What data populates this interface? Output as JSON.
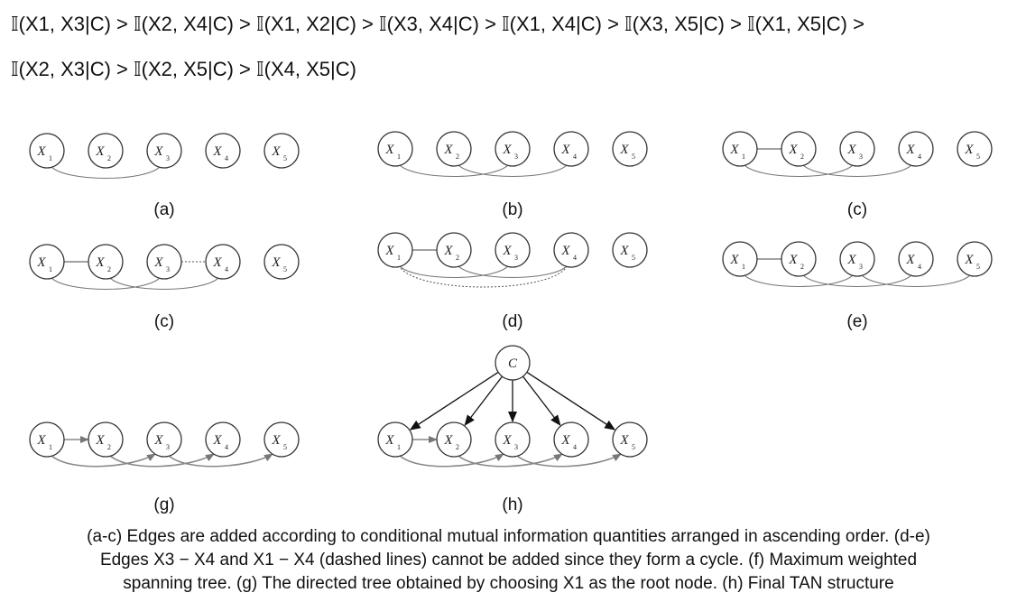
{
  "ordering": {
    "line1": "𝕀(X1, X3|C) > 𝕀(X2, X4|C) > 𝕀(X1, X2|C) > 𝕀(X3, X4|C) > 𝕀(X1, X4|C) > 𝕀(X3, X5|C) > 𝕀(X1, X5|C) >",
    "line2": "𝕀(X2, X3|C) > 𝕀(X2, X5|C) > 𝕀(X4, X5|C)"
  },
  "node_names": [
    "X1",
    "X2",
    "X3",
    "X4",
    "X5"
  ],
  "class_node": "C",
  "panels": [
    {
      "label": "(a)",
      "edges": [
        [
          "X1",
          "X3"
        ]
      ]
    },
    {
      "label": "(b)",
      "edges": [
        [
          "X1",
          "X3"
        ],
        [
          "X2",
          "X4"
        ]
      ]
    },
    {
      "label": "(c)",
      "edges": [
        [
          "X1",
          "X2"
        ],
        [
          "X1",
          "X3"
        ],
        [
          "X2",
          "X4"
        ]
      ]
    },
    {
      "label": "(c)",
      "edges": [
        [
          "X1",
          "X2"
        ],
        [
          "X1",
          "X3"
        ],
        [
          "X2",
          "X4"
        ]
      ],
      "rejected": [
        [
          "X3",
          "X4"
        ]
      ]
    },
    {
      "label": "(d)",
      "edges": [
        [
          "X1",
          "X2"
        ],
        [
          "X1",
          "X3"
        ],
        [
          "X2",
          "X4"
        ]
      ],
      "rejected": [
        [
          "X1",
          "X4"
        ]
      ]
    },
    {
      "label": "(e)",
      "edges": [
        [
          "X1",
          "X2"
        ],
        [
          "X1",
          "X3"
        ],
        [
          "X2",
          "X4"
        ],
        [
          "X3",
          "X5"
        ]
      ]
    },
    {
      "label": "(g)",
      "directed_edges": [
        [
          "X1",
          "X2"
        ],
        [
          "X1",
          "X3"
        ],
        [
          "X2",
          "X4"
        ],
        [
          "X3",
          "X5"
        ]
      ]
    },
    {
      "label": "(h)",
      "directed_edges": [
        [
          "X1",
          "X2"
        ],
        [
          "X1",
          "X3"
        ],
        [
          "X2",
          "X4"
        ],
        [
          "X3",
          "X5"
        ]
      ],
      "class_edges_to": [
        "X1",
        "X2",
        "X3",
        "X4",
        "X5"
      ]
    }
  ],
  "caption": {
    "line1": "(a-c) Edges are added according to conditional mutual information quantities arranged in ascending order. (d-e)",
    "line2": "Edges X3 − X4 and X1 − X4 (dashed lines) cannot be added since they form a cycle. (f) Maximum weighted",
    "line3": "spanning tree. (g) The directed tree obtained by choosing X1 as the root node. (h) Final TAN structure"
  }
}
